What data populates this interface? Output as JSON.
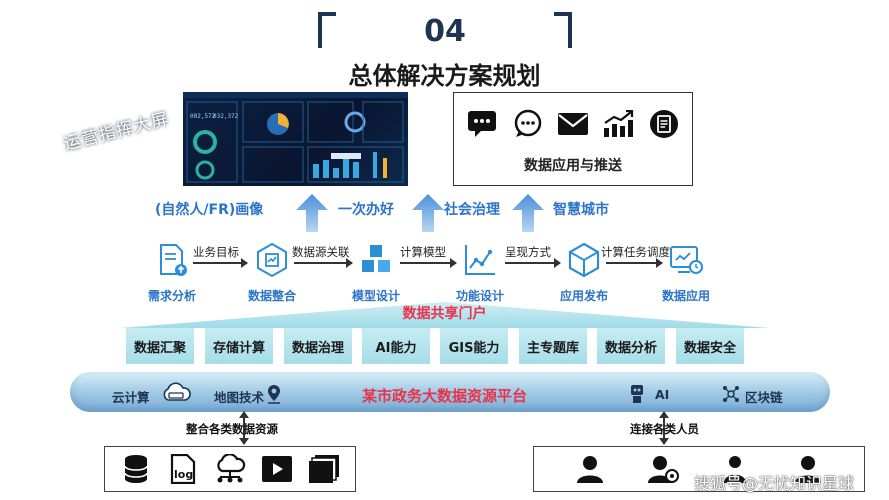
{
  "header": {
    "number": "04",
    "title": "总体解决方案规划"
  },
  "dashboard": {
    "overlay_label": "运营指挥大屏",
    "mini_values": [
      "002,572",
      "032,372"
    ]
  },
  "apps": {
    "label": "数据应用与推送",
    "icons": [
      "chat-bubble-icon",
      "comment-icon",
      "mail-icon",
      "trend-chart-icon",
      "note-icon"
    ]
  },
  "outputs": [
    "(自然人/FR)画像",
    "一次办好",
    "社会治理",
    "智慧城市"
  ],
  "flow": {
    "steps": [
      "需求分析",
      "数据整合",
      "模型设计",
      "功能设计",
      "应用发布",
      "数据应用"
    ],
    "connectors": [
      "业务目标",
      "数据源关联",
      "计算模型",
      "呈现方式",
      "计算任务调度"
    ]
  },
  "portal_label": "数据共享门户",
  "capabilities": [
    "数据汇聚",
    "存储计算",
    "数据治理",
    "AI能力",
    "GIS能力",
    "主专题库",
    "数据分析",
    "数据安全"
  ],
  "platform": {
    "title": "某市政务大数据资源平台",
    "left_items": [
      "云计算",
      "地图技术"
    ],
    "right_items": [
      "AI",
      "区块链"
    ]
  },
  "bottom": {
    "left_label": "整合各类数据资源",
    "right_label": "连接各类人员",
    "resource_icons": [
      "database-icon",
      "log-file-icon",
      "cloud-network-icon",
      "video-play-icon",
      "documents-stack-icon"
    ],
    "people_icons": [
      "person-icon",
      "person-settings-icon",
      "person-tie-icon",
      "person-icon"
    ]
  },
  "watermark": "搜狐号@无忧知识星球",
  "colors": {
    "accent_blue": "#2b74c9",
    "highlight_red": "#e8334a",
    "navy": "#1f3352",
    "pillar": "#a6dde8"
  }
}
